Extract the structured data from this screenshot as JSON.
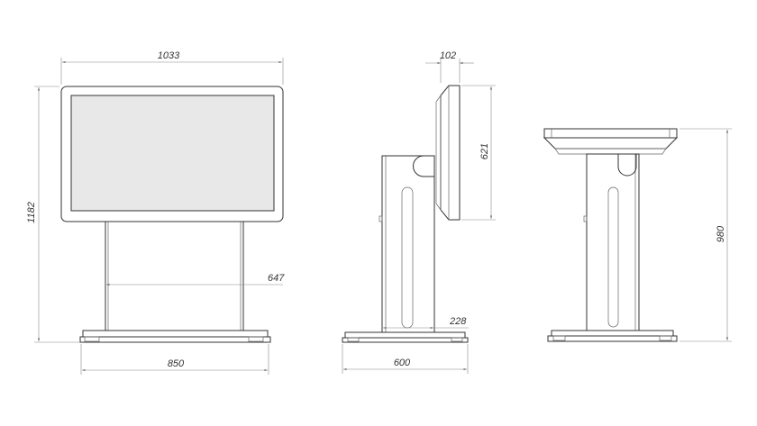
{
  "drawing": {
    "dims": {
      "front_width": "1033",
      "front_height": "1182",
      "column_width": "647",
      "base_width_front": "850",
      "side_depth_top": "102",
      "side_screen_height": "621",
      "side_column_depth": "228",
      "side_base_depth": "600",
      "table_height": "980"
    }
  }
}
